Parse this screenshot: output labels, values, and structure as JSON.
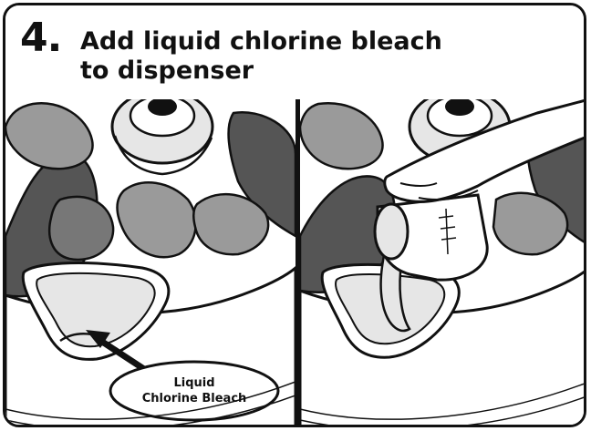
{
  "header": {
    "step_number": "4.",
    "title_line1": "Add liquid chlorine bleach",
    "title_line2": "to dispenser"
  },
  "callout": {
    "line1": "Liquid",
    "line2": "Chlorine Bleach"
  },
  "colors": {
    "outline": "#111111",
    "laundry_light": "#9a9a9a",
    "laundry_dark": "#555555",
    "bleach": "#e6e6e6",
    "background": "#ffffff"
  }
}
